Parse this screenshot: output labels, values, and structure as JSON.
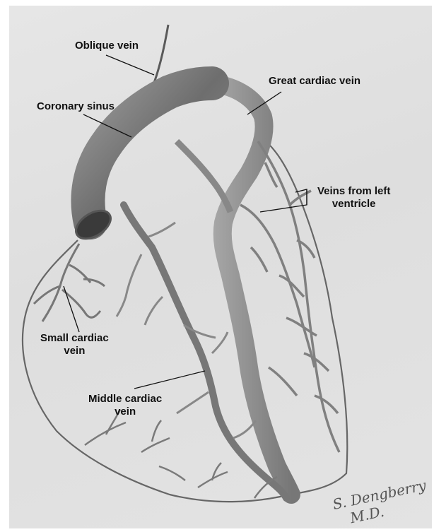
{
  "labels": {
    "oblique_vein": "Oblique vein",
    "great_cardiac_vein": "Great cardiac vein",
    "coronary_sinus": "Coronary sinus",
    "veins_left_ventricle_line1": "Veins from left",
    "veins_left_ventricle_line2": "ventricle",
    "small_cardiac_vein_line1": "Small cardiac",
    "small_cardiac_vein_line2": "vein",
    "middle_cardiac_vein_line1": "Middle cardiac",
    "middle_cardiac_vein_line2": "vein"
  },
  "signature": {
    "line1": "S. Dengberry",
    "line2": "M.D."
  }
}
